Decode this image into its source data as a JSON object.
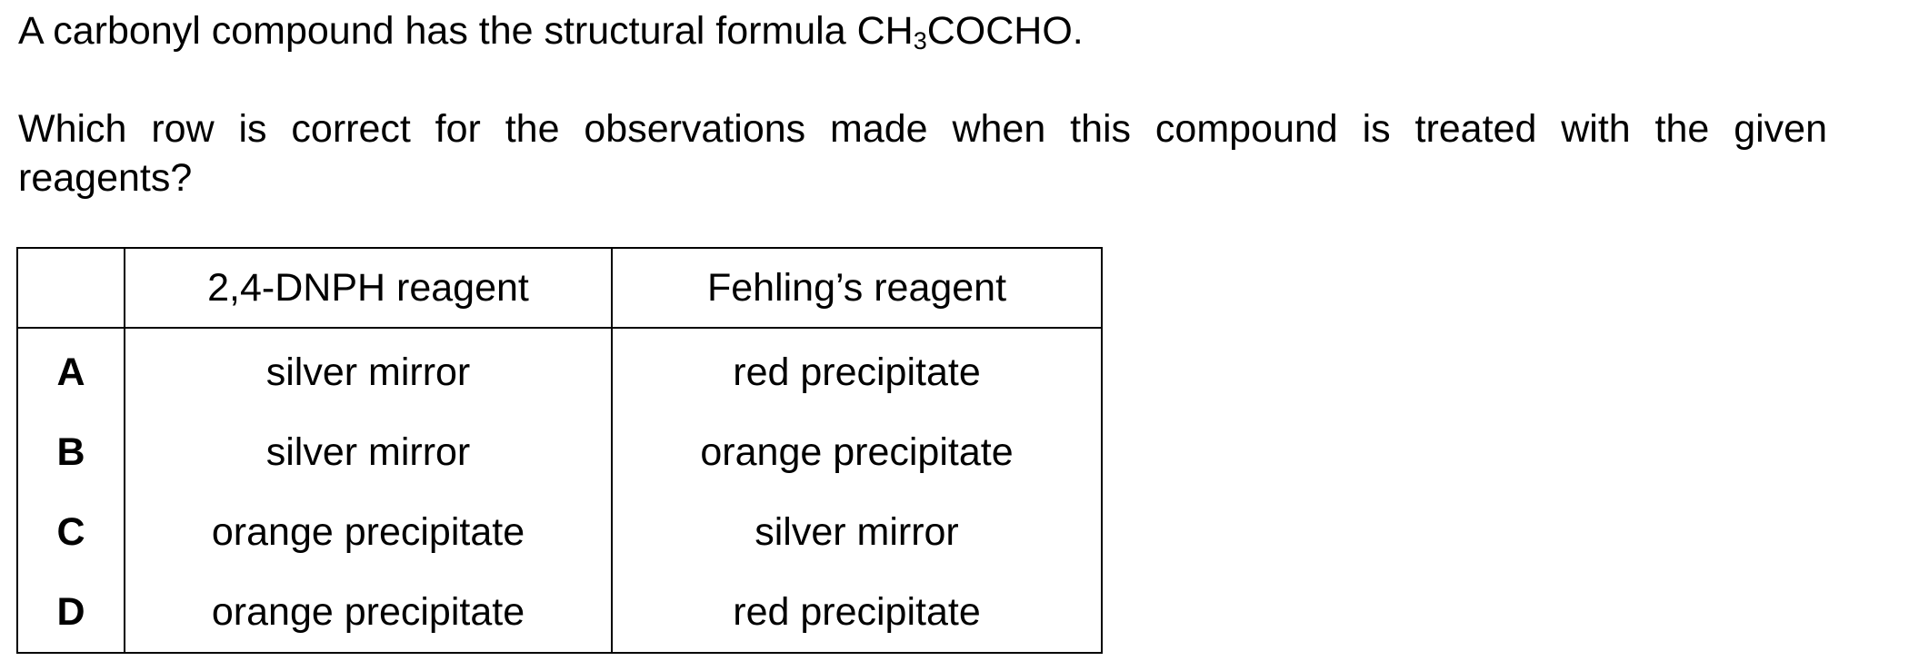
{
  "question": {
    "intro_prefix": "A carbonyl compound has the structural formula CH",
    "intro_subscript": "3",
    "intro_suffix": "COCHO.",
    "prompt_line_1": "Which row is correct for the observations made when this compound is treated with the given",
    "prompt_line_2": "reagents?"
  },
  "table": {
    "headers": {
      "letter": "",
      "dnph": "2,4-DNPH reagent",
      "fehling": "Fehling’s reagent"
    },
    "rows": [
      {
        "letter": "A",
        "dnph": "silver mirror",
        "fehling": "red precipitate"
      },
      {
        "letter": "B",
        "dnph": "silver mirror",
        "fehling": "orange precipitate"
      },
      {
        "letter": "C",
        "dnph": "orange precipitate",
        "fehling": "silver mirror"
      },
      {
        "letter": "D",
        "dnph": "orange precipitate",
        "fehling": "red precipitate"
      }
    ]
  }
}
